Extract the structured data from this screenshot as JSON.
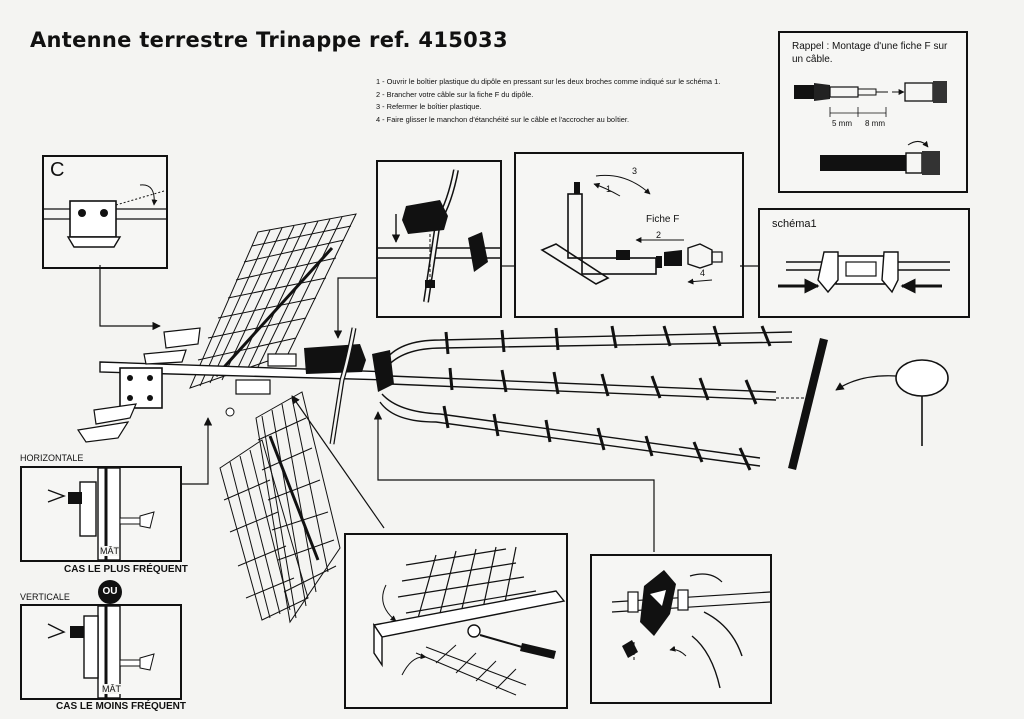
{
  "title": "Antenne terrestre Trinappe ref. 415033",
  "instructions": [
    "1 - Ouvrir le boîtier plastique du dipôle en pressant sur les deux broches comme indiqué sur le schéma 1.",
    "2 - Brancher votre câble sur la fiche F du dipôle.",
    "3 - Refermer le boîtier plastique.",
    "4 - Faire glisser le manchon d'étanchéité sur le câble et l'accrocher au boîtier."
  ],
  "rappel": {
    "text_line1": "Rappel : Montage d'une fiche F sur",
    "text_line2": "un câble.",
    "dim1": "5 mm",
    "dim2": "8 mm"
  },
  "box_c": {
    "label": "C"
  },
  "dipole_box": {
    "fiche_label": "Fiche F",
    "step1": "1",
    "step2": "2",
    "step3": "3",
    "step4": "4"
  },
  "schema1": {
    "label": "schéma1"
  },
  "mounting": {
    "horizontal_label": "HORIZONTALE",
    "mat_label_1": "MÂT",
    "frequent_label": "CAS LE PLUS FRÉQUENT",
    "ou_label": "OU",
    "vertical_label": "VERTICALE",
    "mat_label_2": "MÂT",
    "less_frequent_label": "CAS LE MOINS FRÉQUENT"
  }
}
